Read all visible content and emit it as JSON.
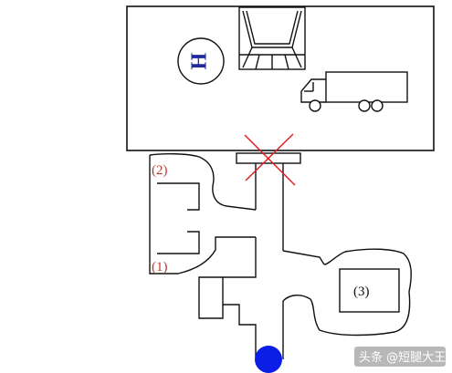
{
  "labels": {
    "area_2": "(2)",
    "area_1": "(1)",
    "area_3": "(3)",
    "helipad_letter": "H"
  },
  "watermark": {
    "text": "头条 @短腿大王"
  },
  "colors": {
    "outline": "#111111",
    "x_mark": "#e02020",
    "label_red": "#c0392b",
    "helipad_blue": "#1f2a9c",
    "position_dot": "#0a1ee6"
  },
  "icons": {
    "helipad": "helipad-icon",
    "truck": "truck-icon",
    "blocked": "x-mark-icon",
    "position": "position-dot-icon"
  }
}
